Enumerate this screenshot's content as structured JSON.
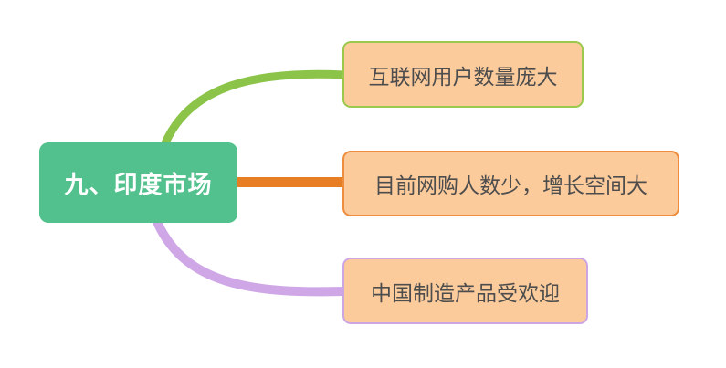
{
  "root": {
    "label": "九、印度市场",
    "bg_color": "#52C18D",
    "text_color": "#FFFFFF"
  },
  "branches": [
    {
      "id": "internet-users",
      "label": "互联网用户数量庞大",
      "border_color": "#9BC94E",
      "connector_color": "#8CC44A",
      "connector_shape": "curve-up"
    },
    {
      "id": "online-shoppers-growth",
      "label": "目前网购人数少，增长空间大",
      "border_color": "#ED8D3D",
      "connector_color": "#E87E23",
      "connector_shape": "straight"
    },
    {
      "id": "made-in-china-popular",
      "label": "中国制造产品受欢迎",
      "border_color": "#CDA5E3",
      "connector_color": "#CFA7E6",
      "connector_shape": "curve-down"
    }
  ],
  "branch_style": {
    "bg_color": "#FCCB9C",
    "text_color": "#4D4D4D"
  },
  "background_color": "#FFFFFF"
}
